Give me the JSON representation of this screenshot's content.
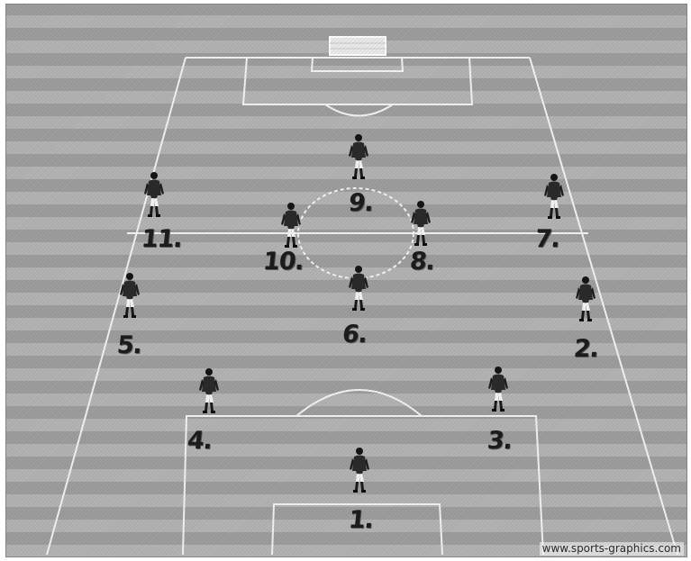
{
  "diagram": {
    "players": [
      {
        "number": "1."
      },
      {
        "number": "2."
      },
      {
        "number": "3."
      },
      {
        "number": "4."
      },
      {
        "number": "5."
      },
      {
        "number": "6."
      },
      {
        "number": "7."
      },
      {
        "number": "8."
      },
      {
        "number": "9."
      },
      {
        "number": "10."
      },
      {
        "number": "11."
      }
    ],
    "watermark": "www.sports-graphics.com"
  }
}
